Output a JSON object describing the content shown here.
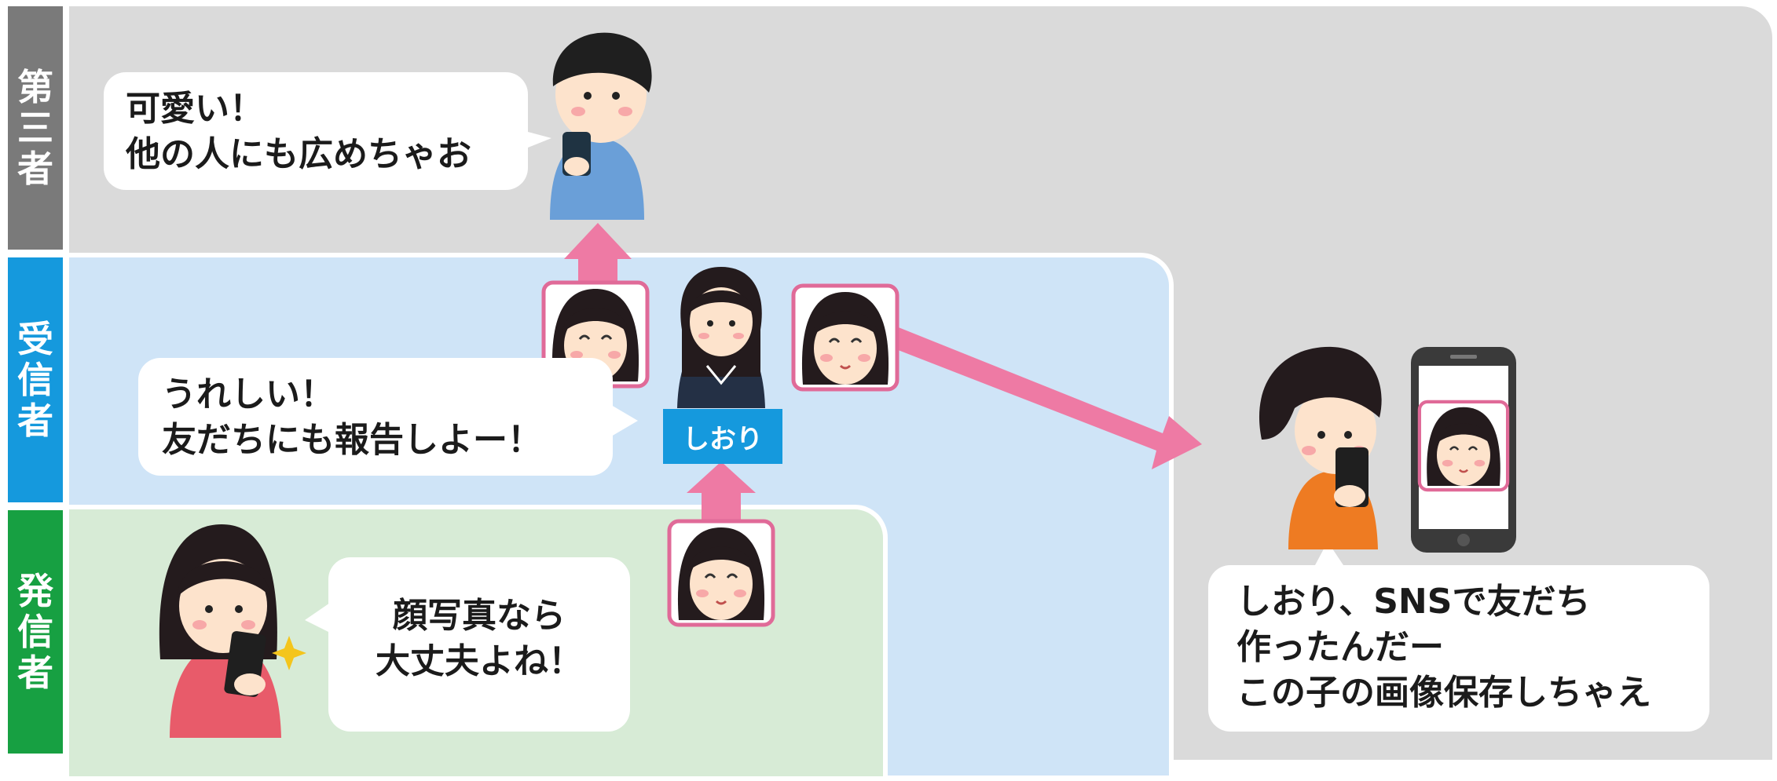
{
  "labels": {
    "third_party": "第三者",
    "receiver": "受信者",
    "sender": "発信者"
  },
  "bubbles": {
    "third_party": [
      "可愛い！",
      "他の人にも広めちゃお"
    ],
    "receiver": [
      "うれしい！",
      "友だちにも報告しよー！"
    ],
    "sender": [
      "顔写真なら",
      "大丈夫よね！"
    ],
    "stranger": [
      "しおり、SNSで友だち",
      "作ったんだー",
      "この子の画像保存しちゃえ"
    ]
  },
  "name_tag": "しおり",
  "colors": {
    "third_party_label": "#7a7a7a",
    "receiver_label": "#1599dd",
    "sender_label": "#17a042",
    "third_party_zone": "#dadada",
    "receiver_zone": "#cfe4f7",
    "sender_zone": "#d7ebd6",
    "arrow": "#ee7aa4",
    "photo_frame": "#e06a98"
  }
}
